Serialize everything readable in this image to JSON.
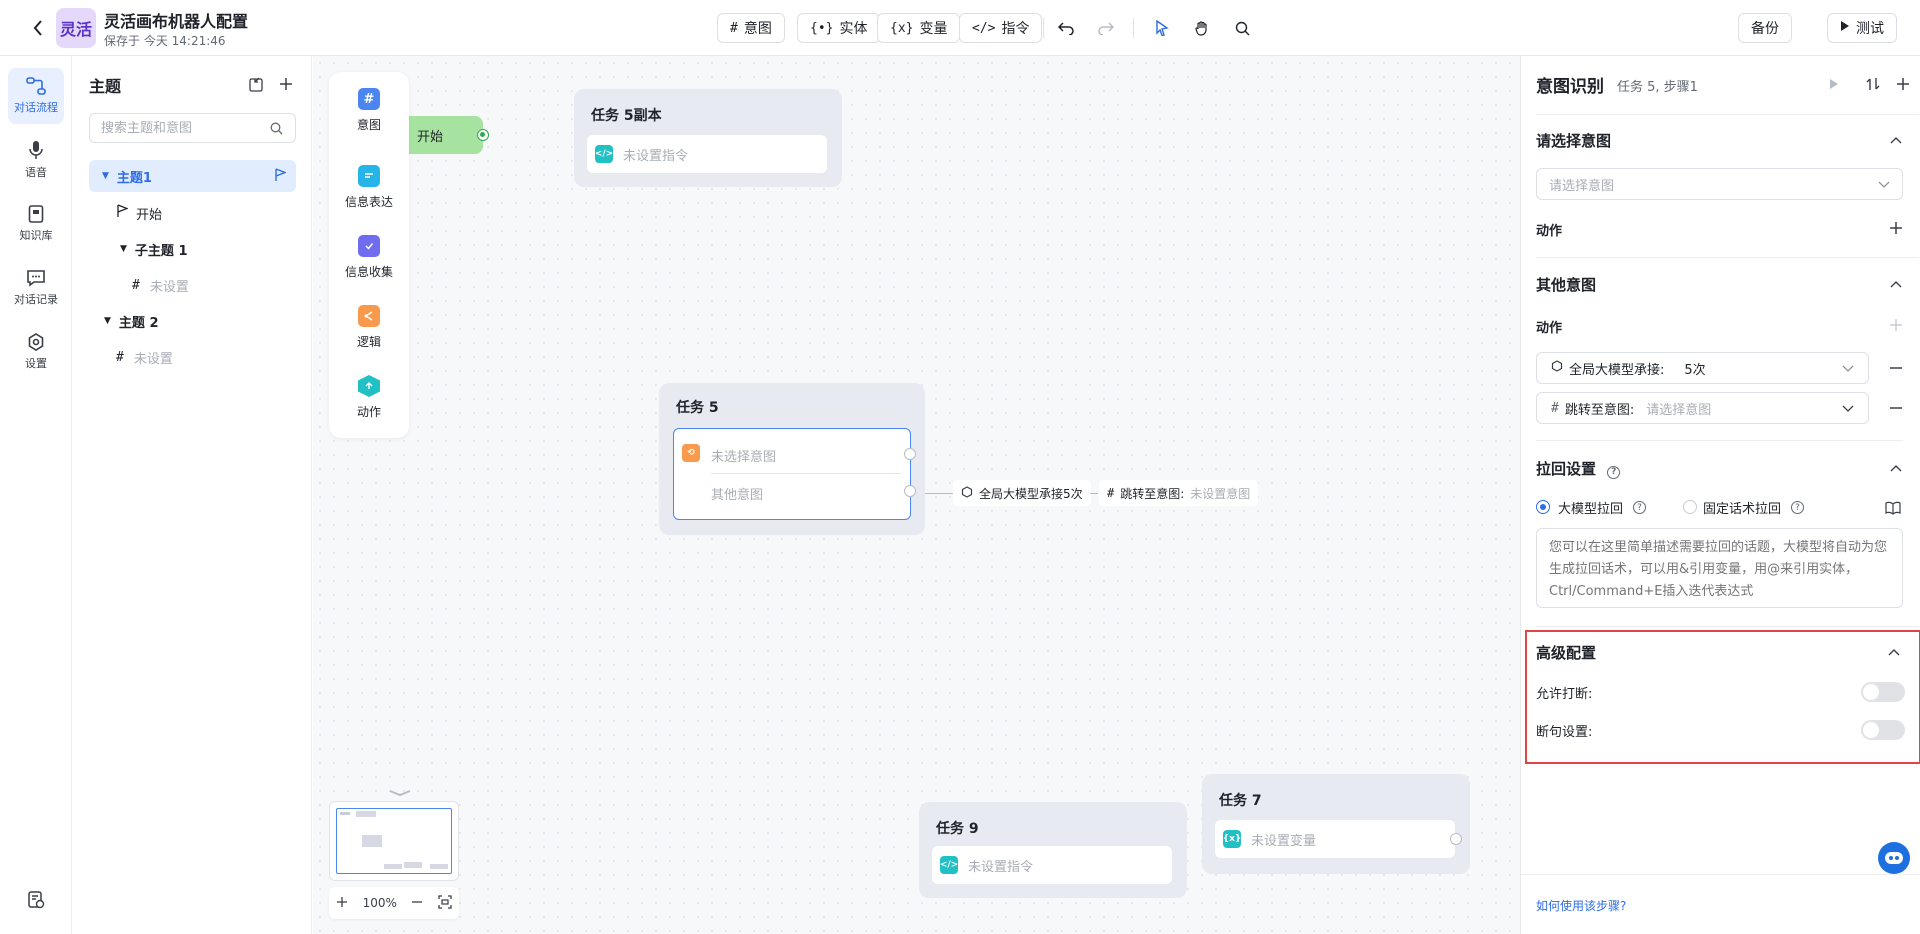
{
  "header": {
    "logo_text": "灵活",
    "title": "灵活画布机器人配置",
    "saved_text": "保存于 今天 14:21:46",
    "tools": [
      {
        "icon": "#",
        "label": "意图"
      },
      {
        "icon": "{•}",
        "label": "实体"
      },
      {
        "icon": "{x}",
        "label": "变量"
      },
      {
        "icon": "</>",
        "label": "指令"
      }
    ],
    "backup_label": "备份",
    "test_label": "测试"
  },
  "rail": [
    {
      "label": "对话流程",
      "active": true
    },
    {
      "label": "语音"
    },
    {
      "label": "知识库"
    },
    {
      "label": "对话记录"
    },
    {
      "label": "设置"
    }
  ],
  "topic_panel": {
    "title": "主题",
    "search_placeholder": "搜索主题和意图",
    "tree": {
      "topic1": "主题1",
      "start": "开始",
      "subtopic1": "子主题 1",
      "unset_a": "未设置",
      "topic2": "主题 2",
      "unset_b": "未设置"
    }
  },
  "palette": [
    {
      "label": "意图",
      "color": "#4b86f0"
    },
    {
      "label": "信息表达",
      "color": "#27b4e8"
    },
    {
      "label": "信息收集",
      "color": "#6f6cf0"
    },
    {
      "label": "逻辑",
      "color": "#f79a4e"
    },
    {
      "label": "动作",
      "color": "#20c0c4"
    }
  ],
  "canvas": {
    "start_label": "开始",
    "task5_copy": {
      "title": "任务 5副本",
      "row": "未设置指令"
    },
    "task5": {
      "title": "任务 5",
      "intent": "未选择意图",
      "other": "其他意图"
    },
    "chip_llm": "全局大模型承接5次",
    "chip_jump_label": "跳转至意图:",
    "chip_jump_value": "未设置意图",
    "task9": {
      "title": "任务 9",
      "row": "未设置指令"
    },
    "task7": {
      "title": "任务 7",
      "row": "未设置变量"
    },
    "zoom": "100%"
  },
  "right_panel": {
    "title": "意图识别",
    "subtitle": "任务 5, 步骤1",
    "select_intent_title": "请选择意图",
    "select_intent_placeholder": "请选择意图",
    "action_label": "动作",
    "other_intent_title": "其他意图",
    "other_action_label": "动作",
    "act_llm_label": "全局大模型承接:",
    "act_llm_value": "5次",
    "act_jump_label": "跳转至意图:",
    "act_jump_placeholder": "请选择意图",
    "pullback_title": "拉回设置",
    "radio_llm": "大模型拉回",
    "radio_fixed": "固定话术拉回",
    "pullback_placeholder": "您可以在这里简单描述需要拉回的话题，大模型将自动为您生成拉回话术，可以用&引用变量，用@来引用实体，Ctrl/Command+E插入迭代表达式",
    "advanced_title": "高级配置",
    "allow_interrupt": "允许打断:",
    "sentence_setting": "断句设置:",
    "help_link": "如何使用该步骤?"
  },
  "colors": {
    "accent": "#2e6ce6",
    "start_node": "#a7e3a0",
    "highlight": "#e04545"
  }
}
